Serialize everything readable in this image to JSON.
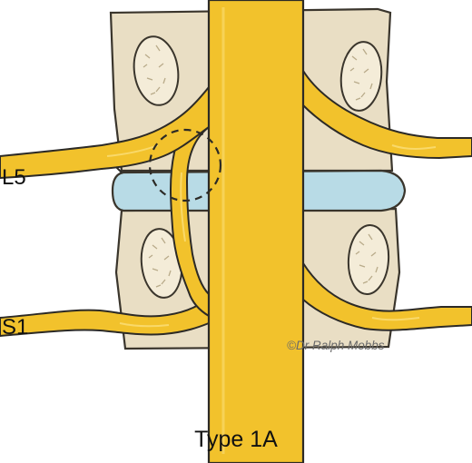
{
  "labels": {
    "l5": "L5",
    "s1": "S1"
  },
  "copyright": "©Dr Ralph Mobbs",
  "caption": "Type 1A",
  "colors": {
    "bone": "#e9dec4",
    "bone_outline": "#3a352c",
    "marrow": "#f4ecd8",
    "disc": "#b8dbe6",
    "nerve": "#f2c22c",
    "nerve_highlight": "#f9d96a",
    "outline": "#2c2a26"
  },
  "icons": {
    "highlight": "dashed-circle"
  }
}
